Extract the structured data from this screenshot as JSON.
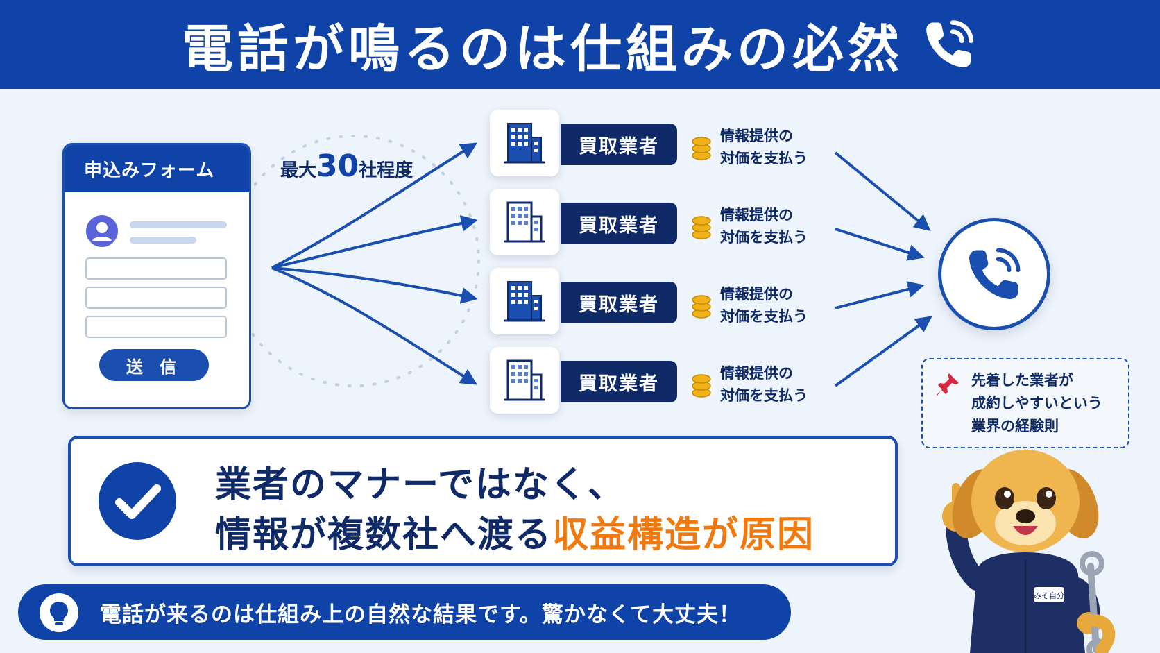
{
  "header": {
    "title": "電話が鳴るのは仕組みの必然",
    "icon": "phone-ringing-icon"
  },
  "form": {
    "title": "申込みフォーム",
    "submit_label": "送 信"
  },
  "distribution": {
    "prefix": "最大",
    "number": "30",
    "suffix": "社程度"
  },
  "vendors": [
    {
      "label": "買取業者",
      "pay_line1": "情報提供の",
      "pay_line2": "対価を支払う"
    },
    {
      "label": "買取業者",
      "pay_line1": "情報提供の",
      "pay_line2": "対価を支払う"
    },
    {
      "label": "買取業者",
      "pay_line1": "情報提供の",
      "pay_line2": "対価を支払う"
    },
    {
      "label": "買取業者",
      "pay_line1": "情報提供の",
      "pay_line2": "対価を支払う"
    }
  ],
  "note": {
    "line1": "先着した業者が",
    "line2": "成約しやすいという",
    "line3": "業界の経験則"
  },
  "conclusion": {
    "line1": "業者のマナーではなく、",
    "line2_a": "情報が複数社へ渡る",
    "line2_b": "収益構造",
    "line2_c": "が原因"
  },
  "tip": {
    "text": "電話が来るのは仕組み上の自然な結果です。驚かなくて大丈夫！"
  },
  "mascot": {
    "badge": "みそ自分"
  },
  "colors": {
    "primary": "#0f43a8",
    "navy": "#0f2a66",
    "accent": "#f07a10",
    "coin": "#f0b21a",
    "background": "#eef4fb"
  }
}
